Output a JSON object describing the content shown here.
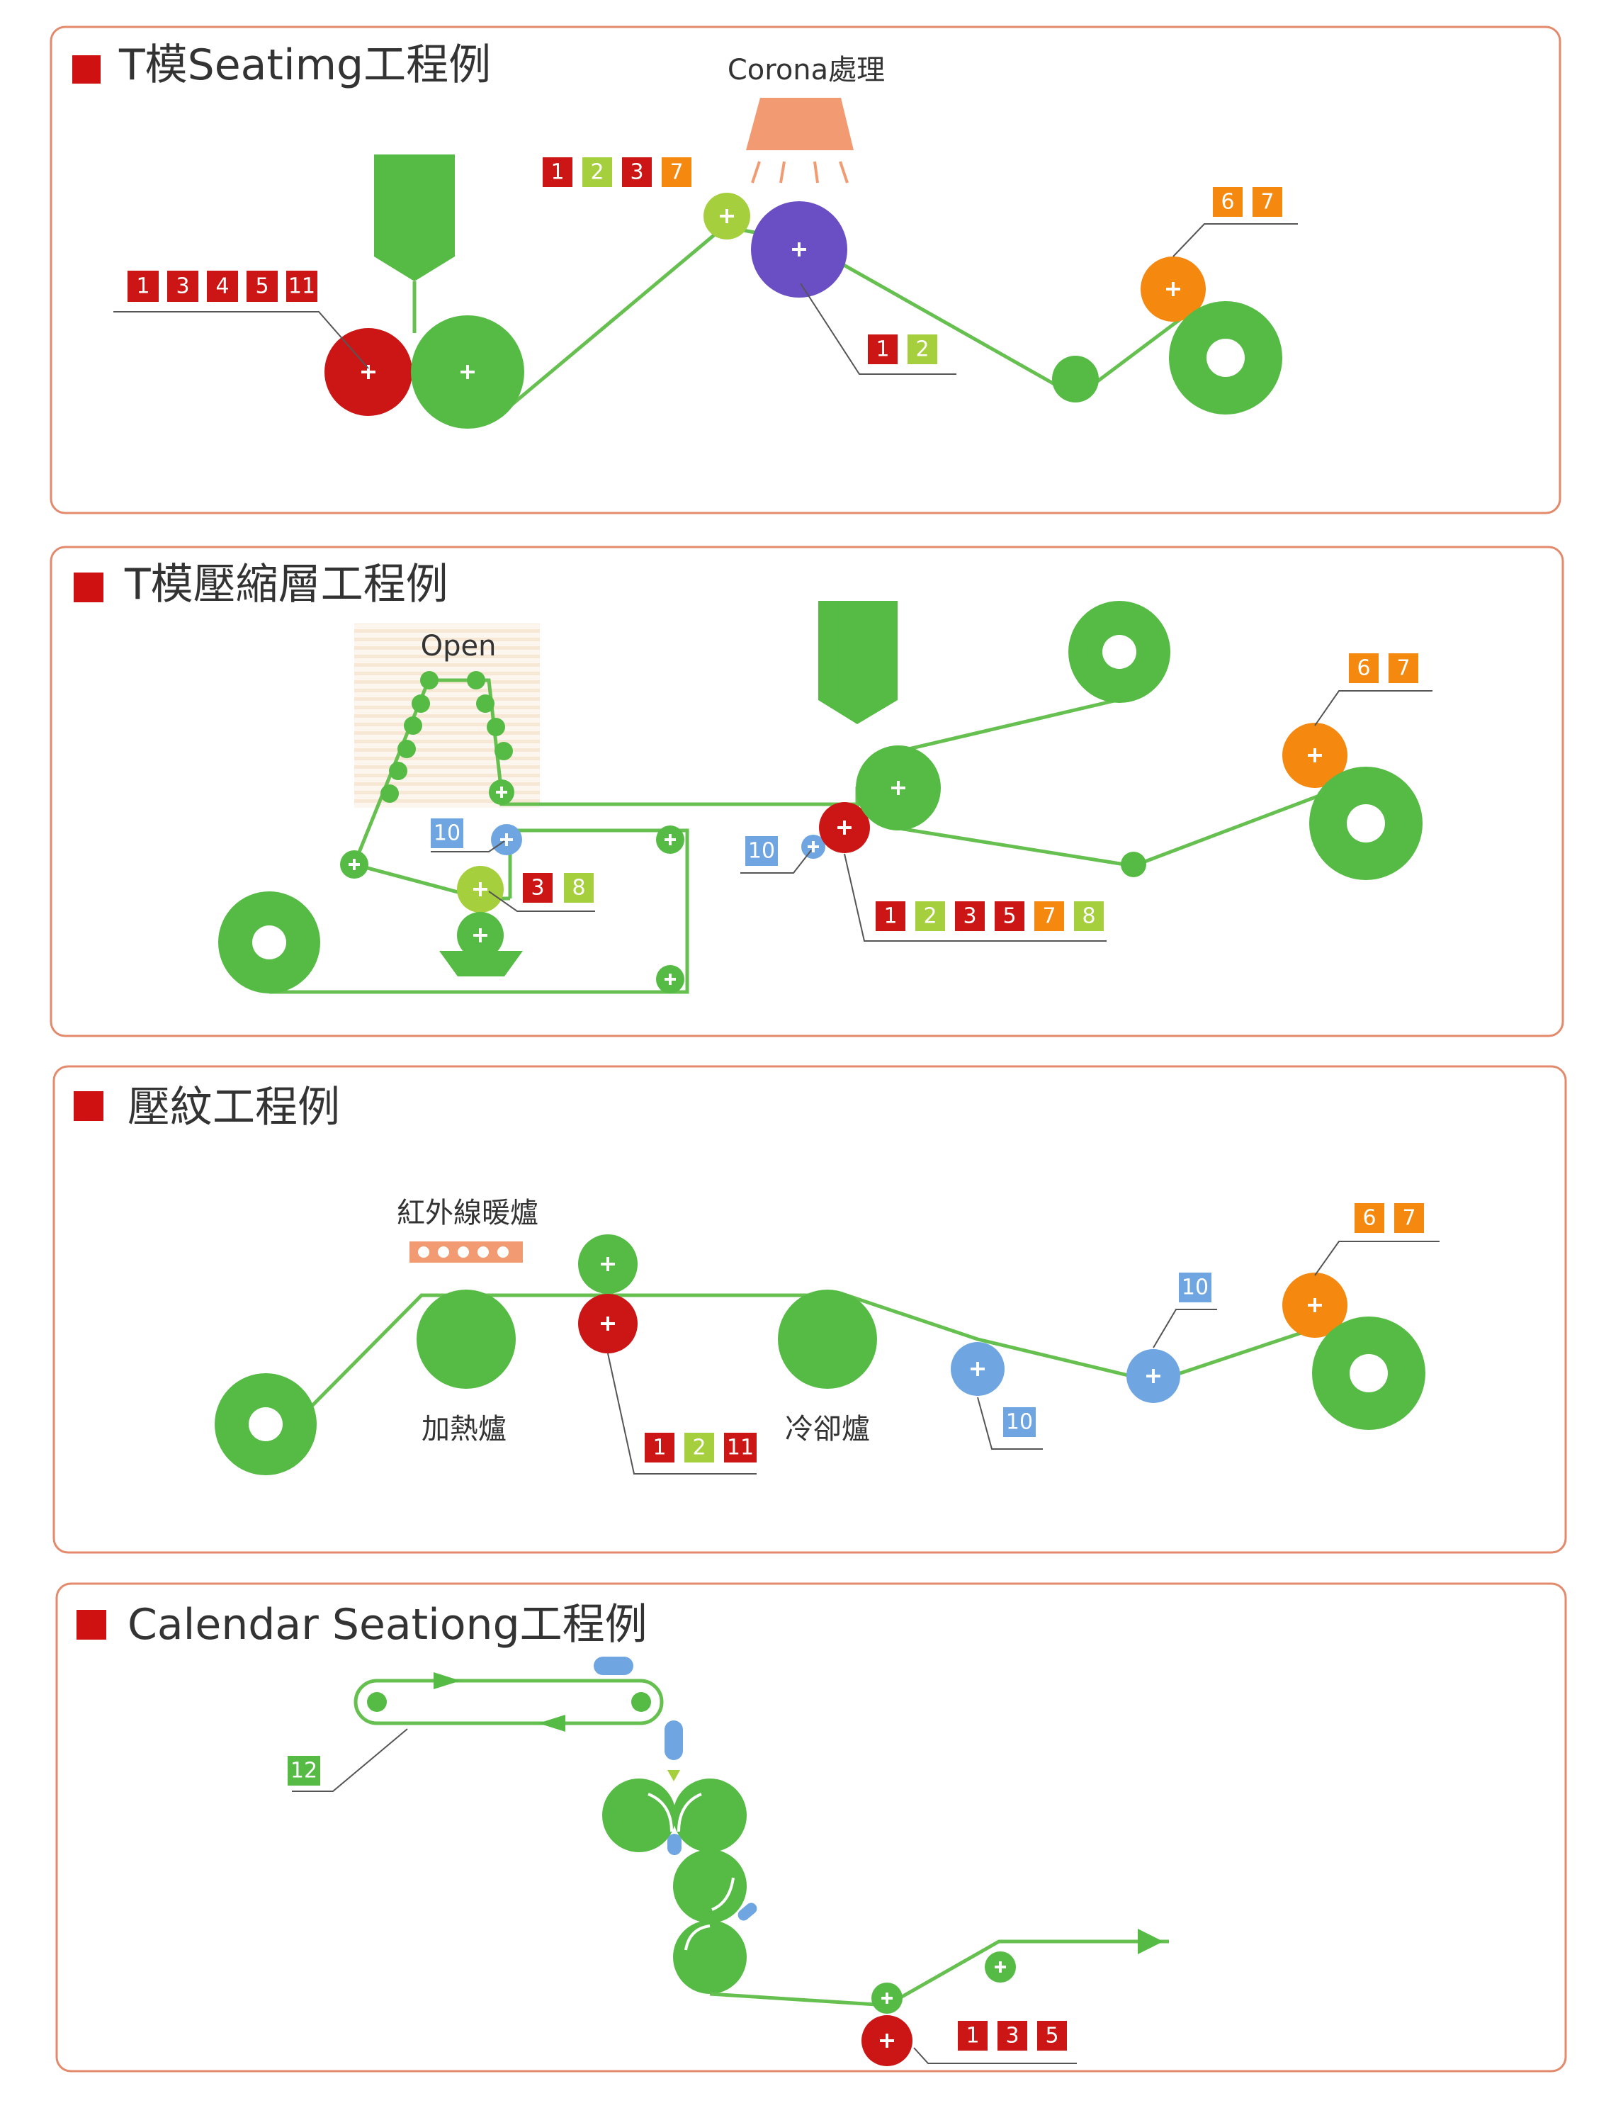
{
  "colors": {
    "green": "#55bb44",
    "line_green": "#66c050",
    "red": "#cc1616",
    "orange": "#f5890f",
    "lime": "#a5cf3c",
    "blue": "#6fa6e2",
    "purple": "#6a4fc4",
    "salmon": "#f29b73",
    "border": "#e48a6c",
    "title_marker": "#d01111"
  },
  "sections": [
    {
      "title": "T模Seatimg工程例",
      "captions": {
        "corona": "Corona處理"
      },
      "badge_groups": [
        [
          "1",
          "3",
          "4",
          "5",
          "11"
        ],
        [
          "1",
          "2",
          "3",
          "7"
        ],
        [
          "1",
          "2"
        ],
        [
          "6",
          "7"
        ]
      ]
    },
    {
      "title": "T模壓縮層工程例",
      "captions": {
        "open": "Open"
      },
      "badge_groups": [
        [
          "10"
        ],
        [
          "3",
          "8"
        ],
        [
          "10"
        ],
        [
          "1",
          "2",
          "3",
          "5",
          "7",
          "8"
        ],
        [
          "6",
          "7"
        ]
      ]
    },
    {
      "title": "壓紋工程例",
      "captions": {
        "ir_heater": "紅外線暖爐",
        "heating_oven": "加熱爐",
        "cooling_oven": "冷卻爐"
      },
      "badge_groups": [
        [
          "1",
          "2",
          "11"
        ],
        [
          "10"
        ],
        [
          "10"
        ],
        [
          "6",
          "7"
        ]
      ]
    },
    {
      "title": "Calendar Seationg工程例",
      "captions": {},
      "badge_groups": [
        [
          "12"
        ],
        [
          "1",
          "3",
          "5"
        ]
      ]
    }
  ]
}
